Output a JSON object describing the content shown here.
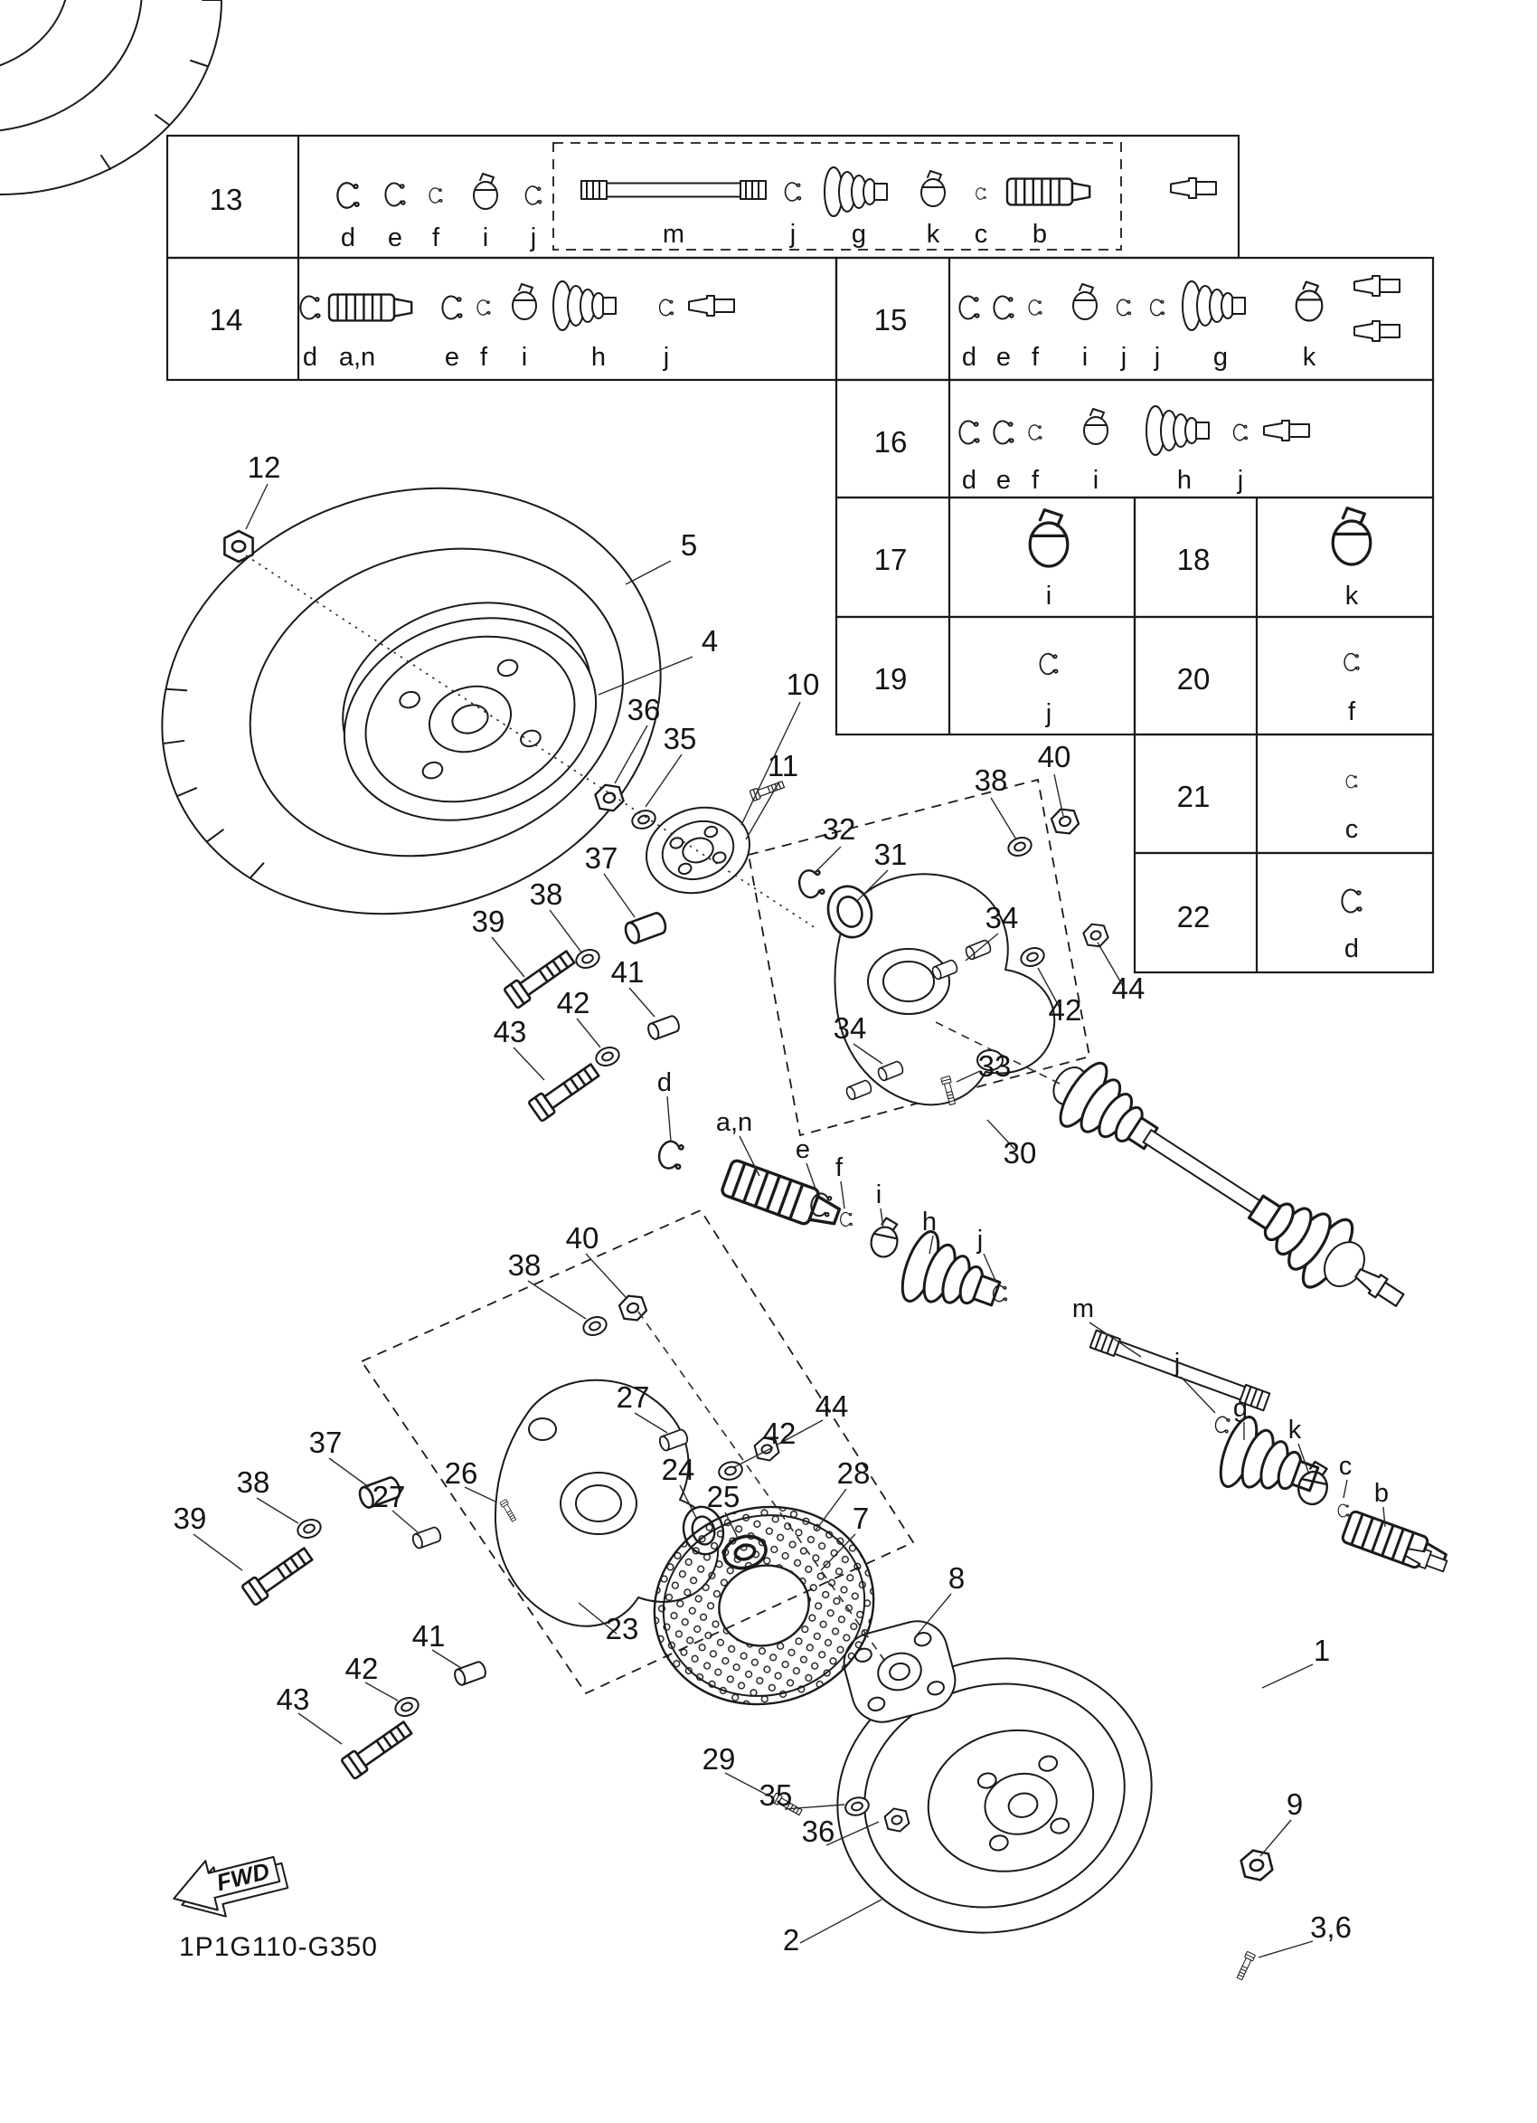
{
  "doc": {
    "code": "1P1G110-G350",
    "fwd_label": "FWD"
  },
  "table": {
    "rows": [
      {
        "num": "13",
        "letters": [
          "d",
          "e",
          "f",
          "i",
          "j",
          "m",
          "j",
          "g",
          "k",
          "c",
          "b"
        ]
      },
      {
        "num": "14",
        "letters": [
          "d",
          "a,n",
          "e",
          "f",
          "i",
          "h",
          "j"
        ]
      },
      {
        "num": "15",
        "letters": [
          "d",
          "e",
          "f",
          "i",
          "j",
          "j",
          "g",
          "k"
        ]
      },
      {
        "num": "16",
        "letters": [
          "d",
          "e",
          "f",
          "i",
          "h",
          "j"
        ]
      },
      {
        "num": "17",
        "letters": [
          "i"
        ]
      },
      {
        "num": "18",
        "letters": [
          "k"
        ]
      },
      {
        "num": "19",
        "letters": [
          "j"
        ]
      },
      {
        "num": "20",
        "letters": [
          "f"
        ]
      },
      {
        "num": "21",
        "letters": [
          "c"
        ]
      },
      {
        "num": "22",
        "letters": [
          "d"
        ]
      }
    ]
  },
  "callouts": {
    "n12": "12",
    "n5": "5",
    "n4": "4",
    "n10": "10",
    "n11": "11",
    "n36a": "36",
    "n35a": "35",
    "n32": "32",
    "n31": "31",
    "n38a": "38",
    "n40a": "40",
    "n37a": "37",
    "n38b": "38",
    "n39a": "39",
    "n41a": "41",
    "n42a": "42",
    "n43a": "43",
    "n34a": "34",
    "n42b": "42",
    "n44a": "44",
    "n34b": "34",
    "n33": "33",
    "n30": "30",
    "n40b": "40",
    "n38c": "38",
    "n27a": "27",
    "n26": "26",
    "n24": "24",
    "n25": "25",
    "n27b": "27",
    "n37b": "37",
    "n38d": "38",
    "n39b": "39",
    "n41b": "41",
    "n42c": "42",
    "n43b": "43",
    "n23": "23",
    "n44b": "44",
    "n42d": "42",
    "n28": "28",
    "n7": "7",
    "n8": "8",
    "n29": "29",
    "n35b": "35",
    "n36b": "36",
    "n1": "1",
    "n2": "2",
    "n9": "9",
    "n3_6": "3,6"
  },
  "shaft_labels": {
    "d": "d",
    "an": "a,n",
    "e": "e",
    "f": "f",
    "i": "i",
    "h": "h",
    "j1": "j",
    "m": "m",
    "j2": "j",
    "g": "g",
    "k": "k",
    "c": "c",
    "b": "b"
  }
}
